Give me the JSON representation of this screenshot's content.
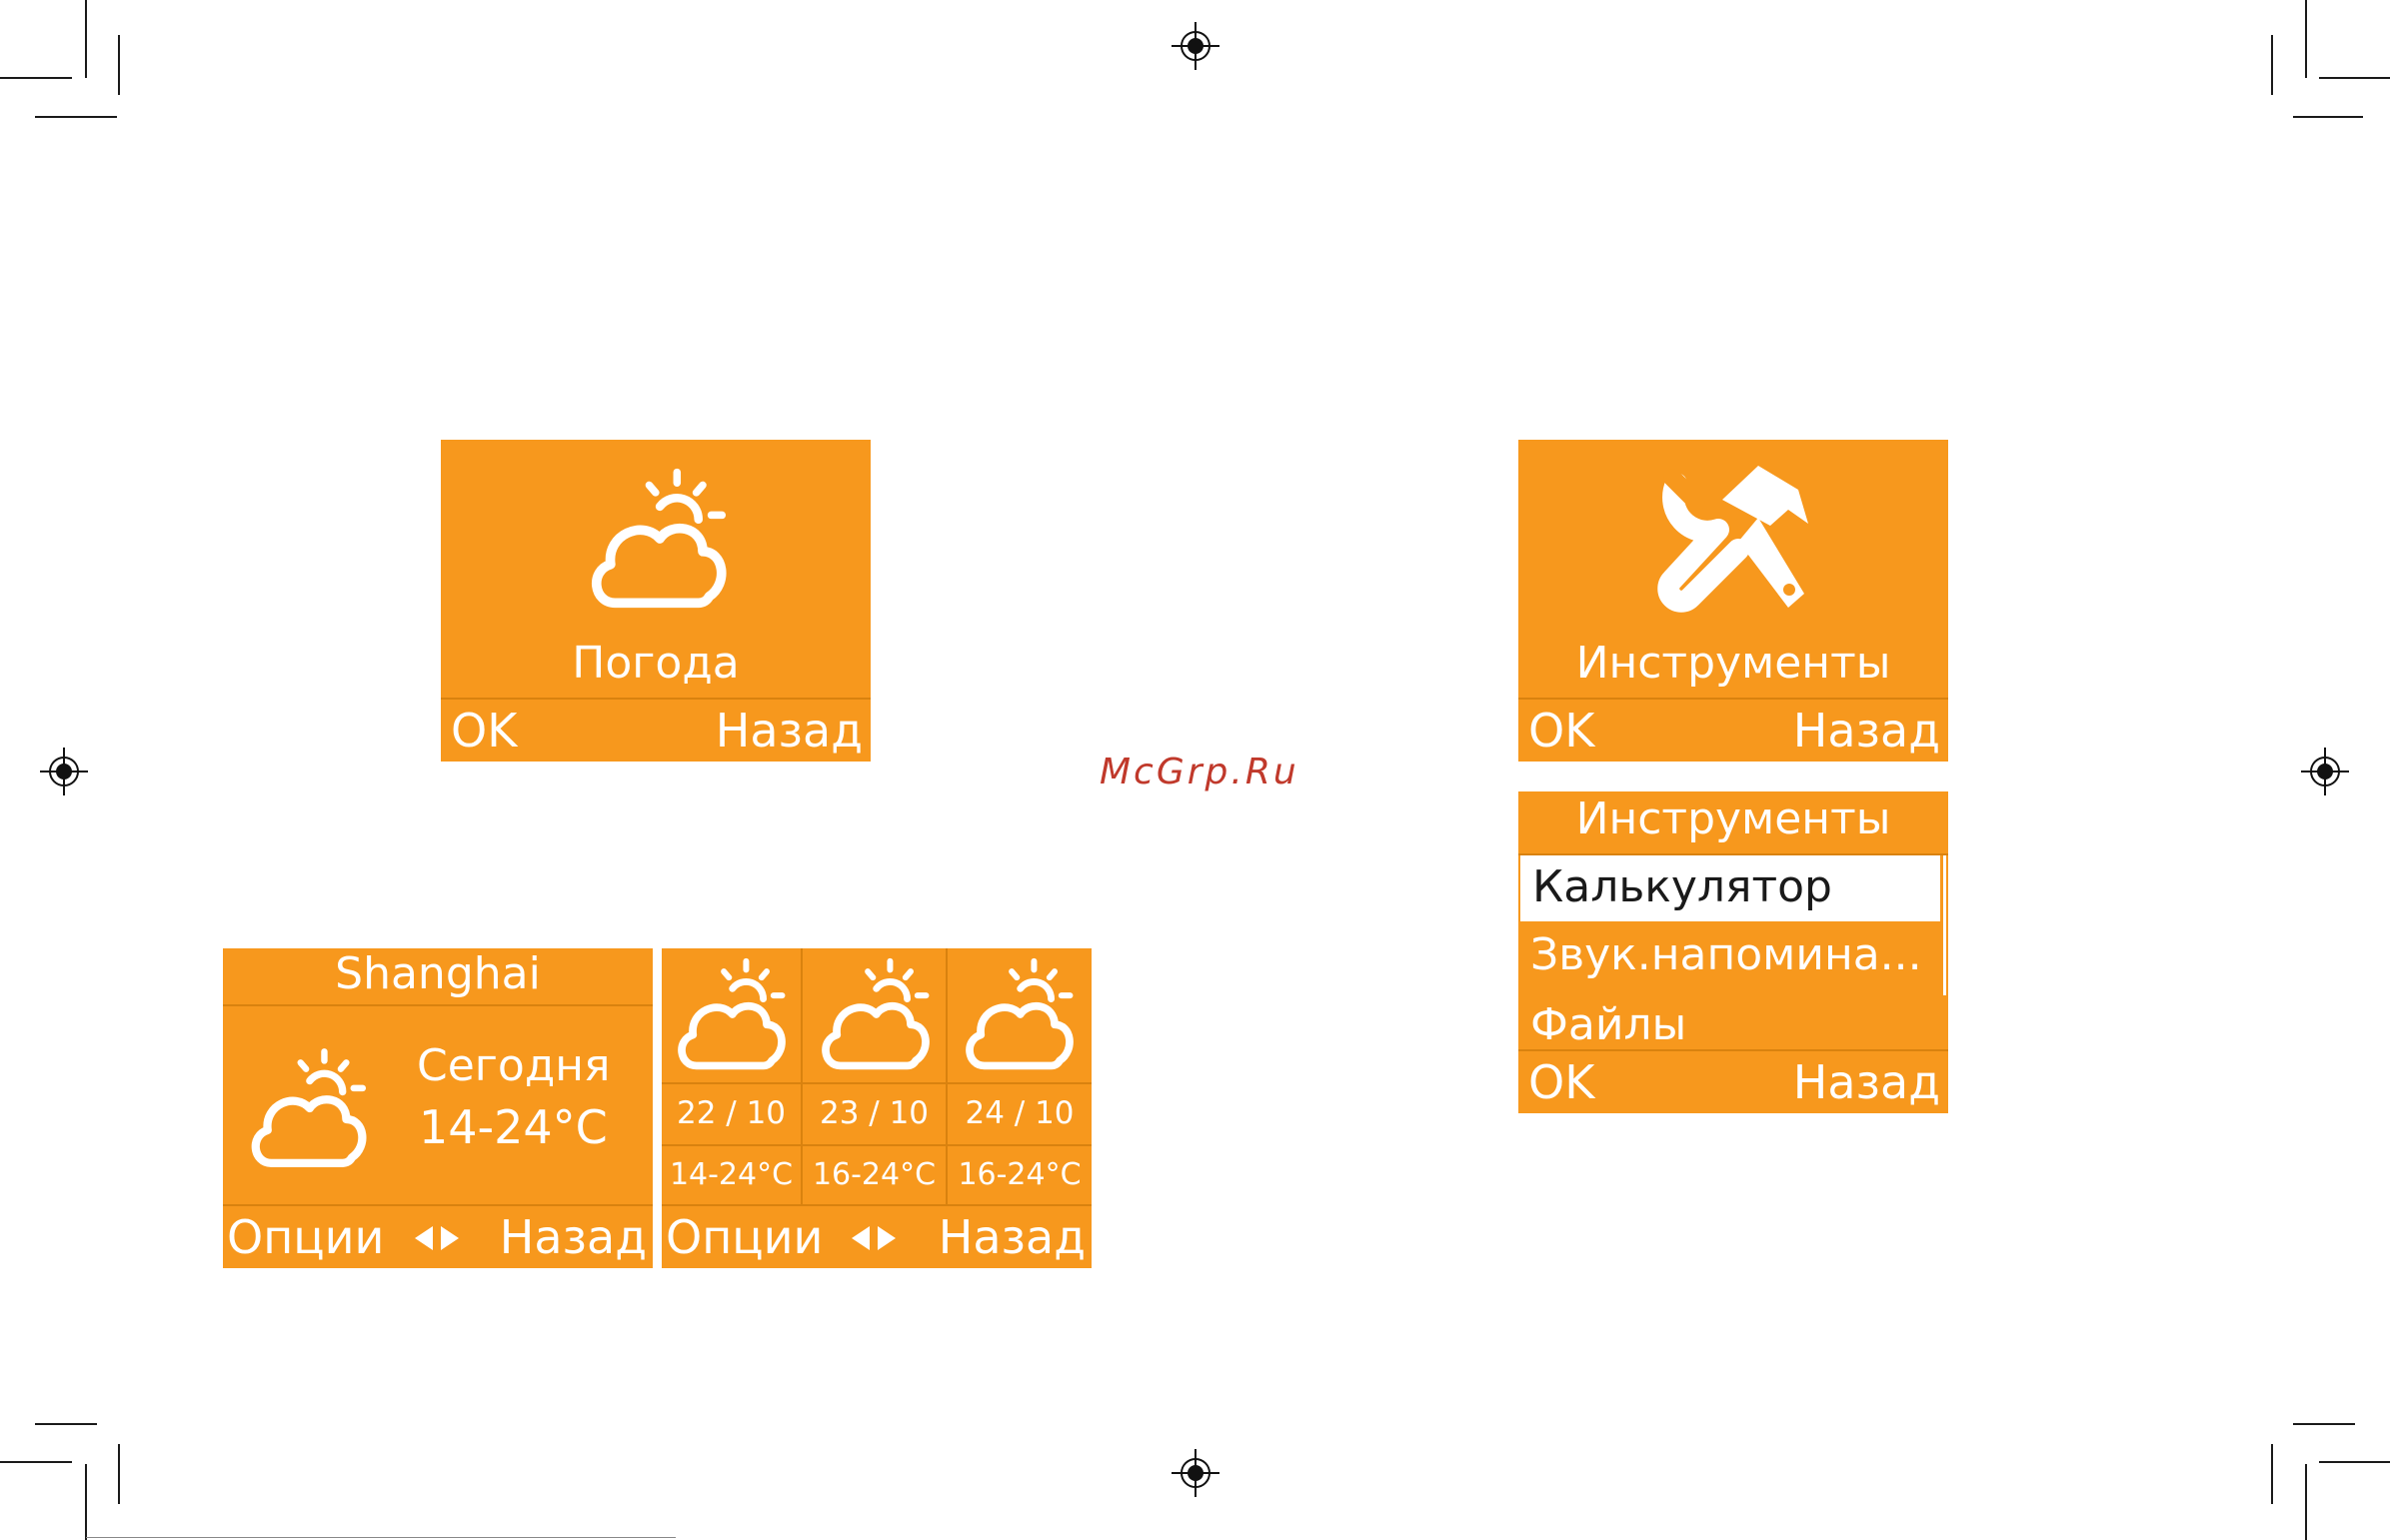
{
  "watermark": "McGrp.Ru",
  "weather_app": {
    "icon": "partly-cloudy-icon",
    "title": "Погода",
    "left_soft_key": "OK",
    "right_soft_key": "Назад"
  },
  "tools_app": {
    "icon": "tools-icon",
    "title": "Инструменты",
    "left_soft_key": "OK",
    "right_soft_key": "Назад"
  },
  "tools_menu": {
    "title": "Инструменты",
    "items": [
      {
        "label": "Калькулятор",
        "selected": true
      },
      {
        "label": "Звук.напомина...",
        "selected": false
      },
      {
        "label": "Файлы",
        "selected": false
      }
    ],
    "left_soft_key": "OK",
    "right_soft_key": "Назад"
  },
  "weather_today": {
    "city": "Shanghai",
    "icon": "partly-cloudy-icon",
    "day_label": "Сегодня",
    "temp_range": "14-24°C",
    "left_soft_key": "Опции",
    "nav_icon": "left-right-arrows-icon",
    "right_soft_key": "Назад"
  },
  "weather_forecast": {
    "days": [
      {
        "date": "22 / 10",
        "temp": "14-24°C",
        "icon": "partly-cloudy-icon"
      },
      {
        "date": "23 / 10",
        "temp": "16-24°C",
        "icon": "partly-cloudy-icon"
      },
      {
        "date": "24 / 10",
        "temp": "16-24°C",
        "icon": "partly-cloudy-icon"
      }
    ],
    "left_soft_key": "Опции",
    "nav_icon": "left-right-arrows-icon",
    "right_soft_key": "Назад"
  },
  "colors": {
    "screen_bg": "#f7981d",
    "screen_text": "#ffffff",
    "selected_bg": "#ffffff",
    "selected_text": "#1a1a1a",
    "watermark": "#c0392b"
  }
}
